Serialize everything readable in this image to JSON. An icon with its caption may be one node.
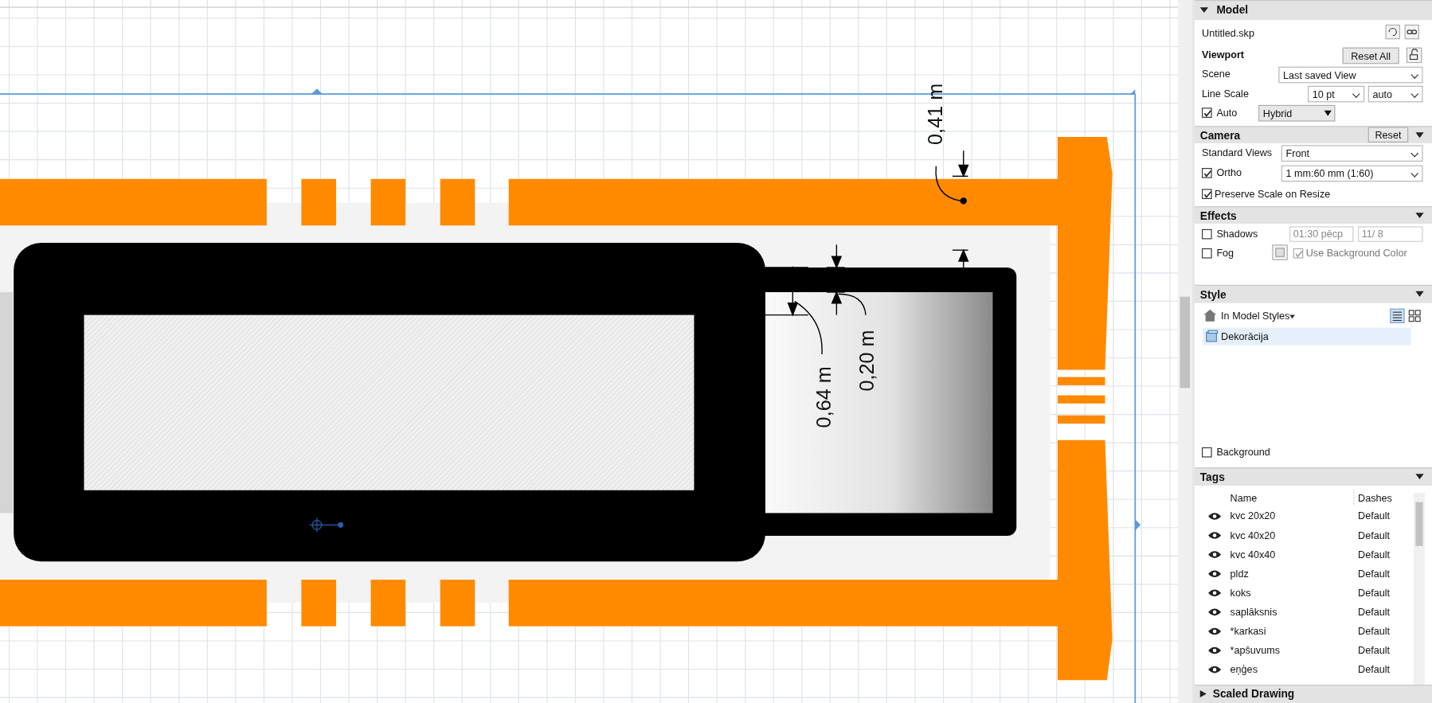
{
  "diagram": {
    "labels": [
      "0,41 m",
      "0,64 m",
      "0,20 m",
      "Model",
      "Untitled.skp",
      "Viewport",
      "Reset All",
      "Scene",
      "Last saved View",
      "Line Scale",
      "10 pt",
      "auto",
      "Auto",
      "Hybrid",
      "Camera",
      "Reset",
      "Standard Views",
      "Front",
      "Ortho",
      "1 mm:60 mm (1:60)",
      "Preserve Scale on Resize",
      "Effects",
      "Shadows",
      "01:30 pēcp",
      "11/ 8",
      "Fog",
      "Use Background Color",
      "Style",
      "In Model Styles",
      "Dekorācija",
      "Background",
      "Tags",
      "Name",
      "Dashes",
      "kvc 20x20",
      "Default",
      "kvc 40x20",
      "Default",
      "kvc 40x40",
      "Default",
      "pldz",
      "Default",
      "koks",
      "Default",
      "saplāksnis",
      "Default",
      "*karkasi",
      "Default",
      "*apšuvums",
      "Default",
      "eņģes",
      "Default",
      "Scaled Drawing"
    ]
  }
}
